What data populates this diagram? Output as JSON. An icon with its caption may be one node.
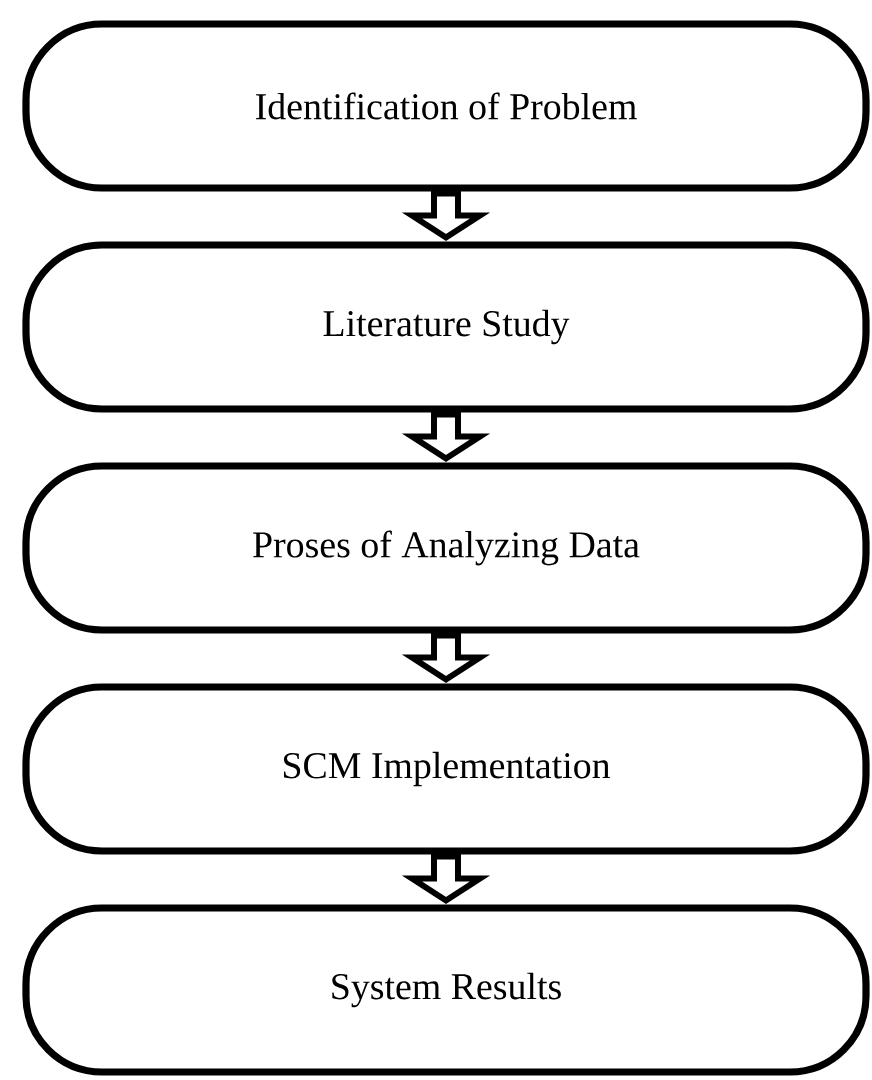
{
  "diagram": {
    "nodes": [
      {
        "text": [
          "Identification of Problem"
        ]
      },
      {
        "text": [
          "Literature Study"
        ]
      },
      {
        "text": [
          "Proses of Analyzing Data"
        ]
      },
      {
        "text": [
          "SCM Implementation"
        ]
      },
      {
        "text": [
          "System Results"
        ]
      }
    ],
    "edges": [
      {
        "from": 0,
        "to": 1,
        "arrow": "to"
      },
      {
        "from": 1,
        "to": 2,
        "arrow": "to"
      },
      {
        "from": 2,
        "to": 3,
        "arrow": "to"
      },
      {
        "from": 3,
        "to": 4,
        "arrow": "to"
      }
    ]
  }
}
